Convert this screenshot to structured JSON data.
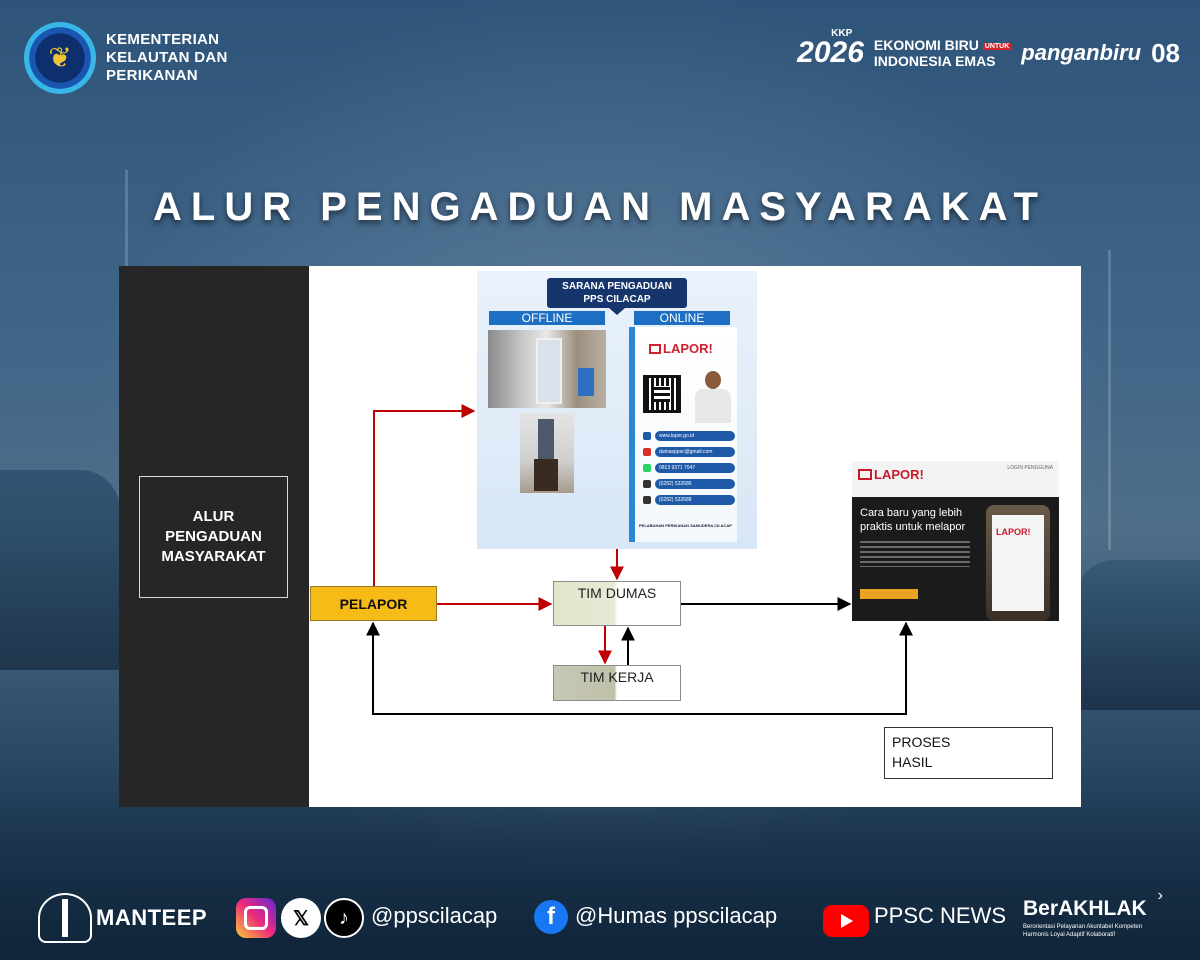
{
  "header": {
    "ministry_lines": "KEMENTERIAN\nKELAUTAN DAN\nPERIKANAN",
    "brand_kkp": "KKP",
    "brand_2026": "2026",
    "brand_ekonomi_line1": "EKONOMI BIRU",
    "brand_ekonomi_untuk": "UNTUK",
    "brand_ekonomi_line2": "INDONESIA EMAS",
    "brand_pangan": "panganbiru",
    "brand_08": "08"
  },
  "title": "ALUR PENGADUAN MASYARAKAT",
  "diagram": {
    "side_label": "ALUR\nPENGADUAN\nMASYARAKAT",
    "poster": {
      "title": "SARANA PENGADUAN\nPPS CILACAP",
      "offline": "OFFLINE",
      "online": "ONLINE",
      "lapor_logo": "LAPOR!",
      "contacts": [
        "www.lapor.go.id",
        "dumasppsc@gmail.com",
        "0813 9371 7047",
        "(0282) 532686",
        "(0282) 532688"
      ],
      "footer": "PELABUHAN PERIKANAN SAMUDERA CILACAP"
    },
    "nodes": {
      "pelapor": "PELAPOR",
      "tim_dumas": "TIM DUMAS",
      "tim_kerja": "TIM KERJA"
    },
    "web": {
      "logo": "LAPOR!",
      "login": "LOGIN PENGGUNA",
      "tagline": "Cara baru yang lebih\npraktis untuk melapor"
    },
    "legend": {
      "proses": "PROSES",
      "hasil": "HASIL"
    },
    "colors": {
      "proses": "#c00000",
      "hasil": "#000000",
      "pelapor": "#f6bb16"
    }
  },
  "footer": {
    "manteep": "MANTEEP",
    "ig_handle": "@ppscilacap",
    "fb_handle": "@Humas ppscilacap",
    "yt_handle": "PPSC NEWS",
    "berakhlak": "BerAKHLAK",
    "berakhlak_sub": "Berorientasi Pelayanan Akuntabel Kompeten\nHarmonis Loyal Adaptif Kolaboratif"
  }
}
